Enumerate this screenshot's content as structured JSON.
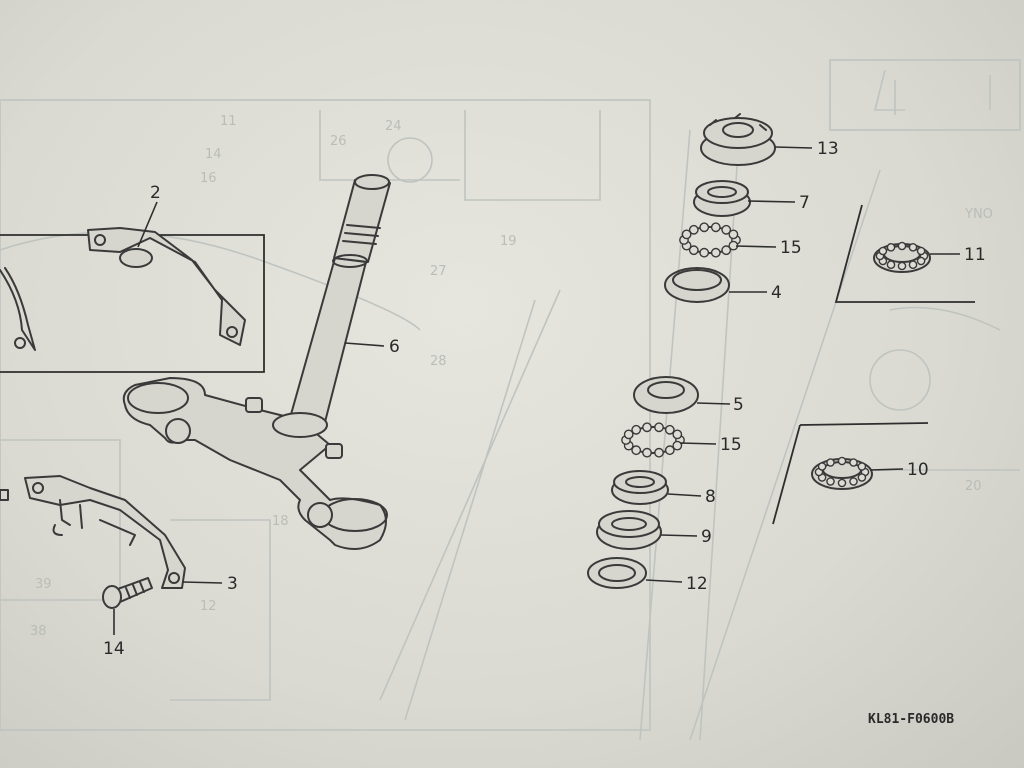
{
  "diagram": {
    "drawing_code": "KL81-F0600B",
    "part_labels": [
      {
        "id": "label-2",
        "text": "2"
      },
      {
        "id": "label-3",
        "text": "3"
      },
      {
        "id": "label-4",
        "text": "4"
      },
      {
        "id": "label-5",
        "text": "5"
      },
      {
        "id": "label-6",
        "text": "6"
      },
      {
        "id": "label-7",
        "text": "7"
      },
      {
        "id": "label-8",
        "text": "8"
      },
      {
        "id": "label-9",
        "text": "9"
      },
      {
        "id": "label-10",
        "text": "10"
      },
      {
        "id": "label-11",
        "text": "11"
      },
      {
        "id": "label-12",
        "text": "12"
      },
      {
        "id": "label-13",
        "text": "13"
      },
      {
        "id": "label-14",
        "text": "14"
      },
      {
        "id": "label-15a",
        "text": "15"
      },
      {
        "id": "label-15b",
        "text": "15"
      }
    ],
    "colors": {
      "paper": "#dcdcd4",
      "ink": "#2e2e2e",
      "bleed_through": "#bfc4c0"
    }
  }
}
